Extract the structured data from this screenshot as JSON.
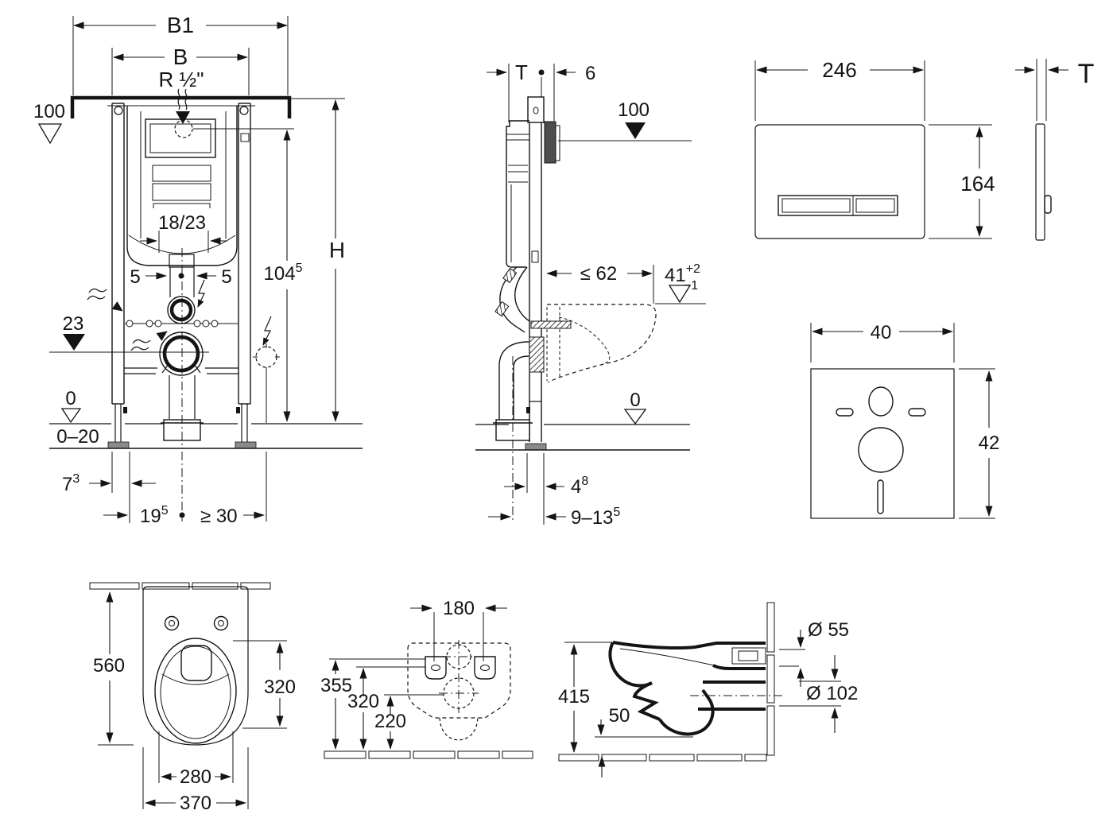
{
  "front_view": {
    "b1": "B1",
    "b": "B",
    "thread": "R ½\"",
    "h": "H",
    "d100": "100",
    "d1045": {
      "main": "104",
      "sup": "5"
    },
    "d1823": "18/23",
    "d5l": "5",
    "d5r": "5",
    "d23": "23",
    "d0": "0",
    "d020": "0–20",
    "d73": {
      "main": "7",
      "sup": "3"
    },
    "d195": {
      "main": "19",
      "sup": "5"
    },
    "dge30": "≥ 30"
  },
  "side_view": {
    "dt": "T",
    "d6": "6",
    "d100": "100",
    "dle62": "≤ 62",
    "d41": {
      "main": "41",
      "sup": "+2",
      "sub": "−1"
    },
    "d0": "0",
    "d48": {
      "main": "4",
      "sup": "8"
    },
    "d9135": {
      "main": "9–13",
      "sup": "5"
    }
  },
  "flush_plate": {
    "d246": "246",
    "d164": "164",
    "dt": "T"
  },
  "sound_pad": {
    "d40": "40",
    "d42": "42"
  },
  "wc_top": {
    "d560": "560",
    "d320": "320",
    "d280": "280",
    "d370": "370"
  },
  "wc_rear": {
    "d180": "180",
    "d355": "355",
    "d320": "320",
    "d220": "220"
  },
  "wc_side": {
    "d415": "415",
    "d50": "50",
    "d55": "Ø 55",
    "d102": "Ø 102"
  }
}
